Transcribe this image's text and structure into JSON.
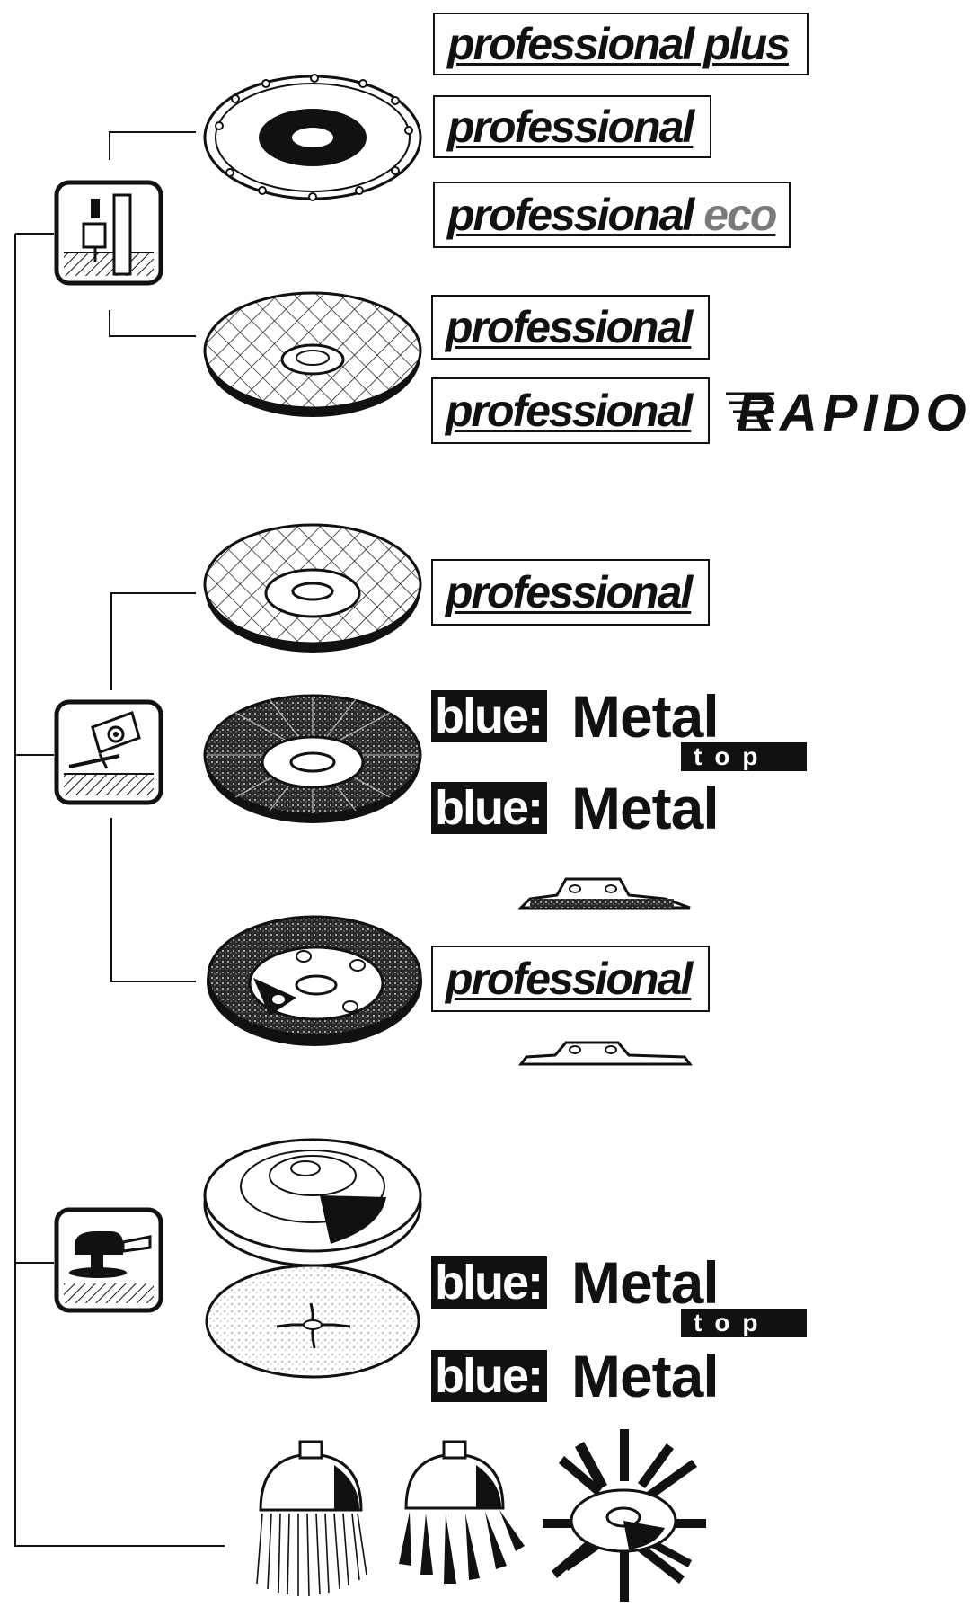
{
  "brands": {
    "professional_plus": "professional plus",
    "professional": "professional",
    "professional_eco_main": "professional",
    "eco": "eco",
    "rapido": "RAPIDO",
    "blue_prefix": "blue:",
    "metal": "Metal",
    "top": "top"
  },
  "colors": {
    "ink": "#111111",
    "eco_grey": "#7a7a7a",
    "paper": "#ffffff"
  },
  "icons": [
    "drilling-machine-icon",
    "angle-grinder-icon",
    "sander-icon"
  ]
}
